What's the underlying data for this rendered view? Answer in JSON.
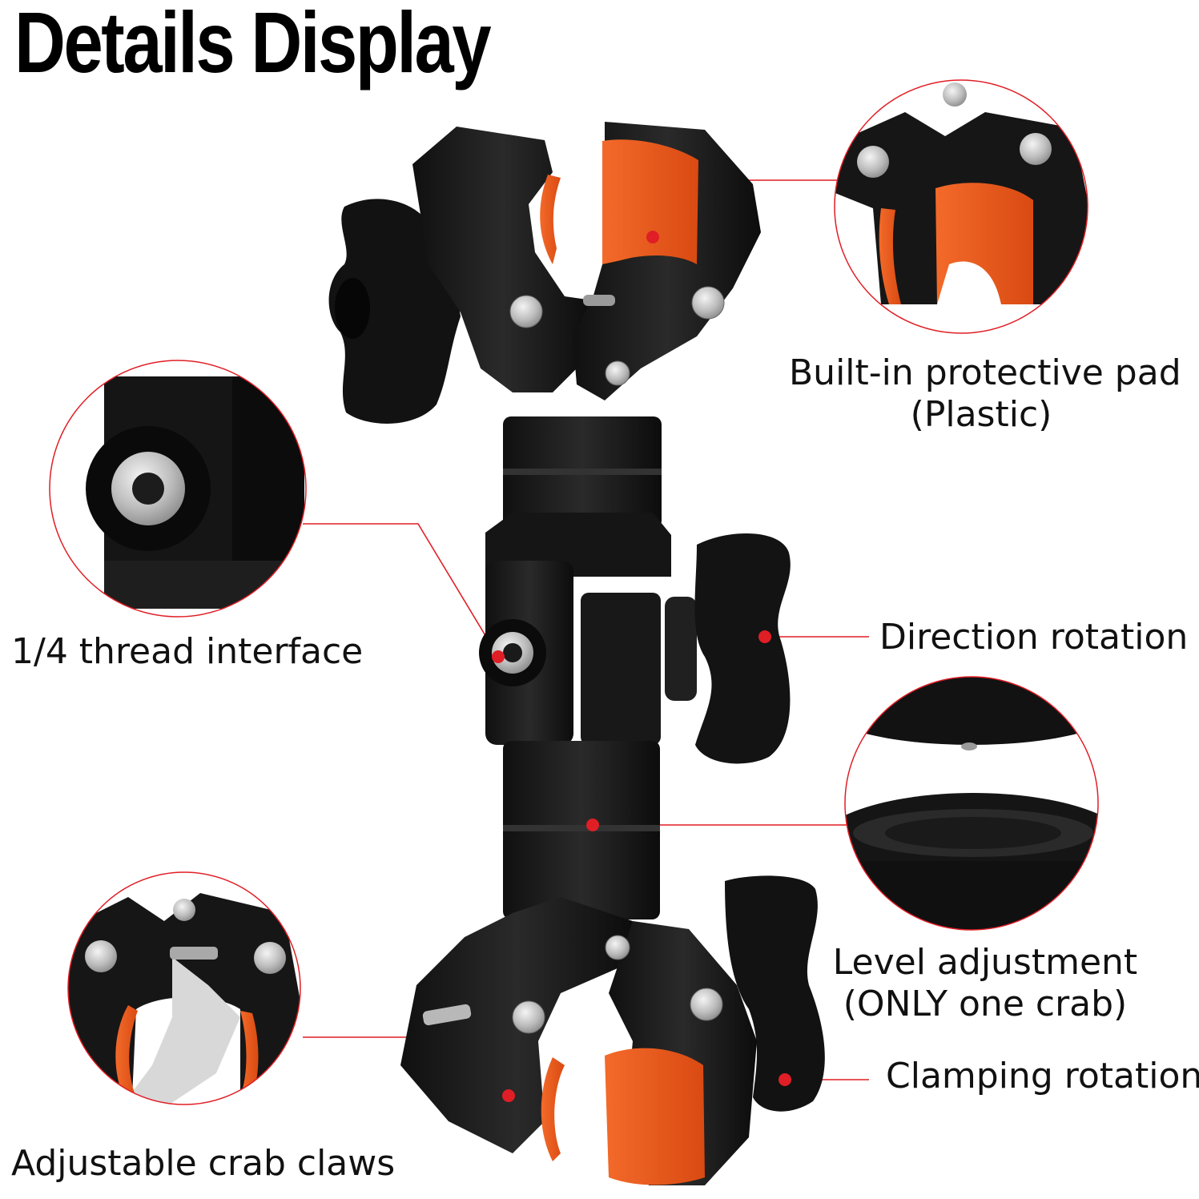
{
  "title": "Details Display",
  "labels": {
    "pad_line1": "Built-in protective pad",
    "pad_line2": "(Plastic)",
    "thread": "1/4 thread interface",
    "direction": "Direction rotation",
    "level_line1": "Level adjustment",
    "level_line2": "(ONLY one crab)",
    "clamping": "Clamping rotation",
    "claws": "Adjustable crab claws"
  },
  "colors": {
    "accent_orange": "#f05a1c",
    "body_black": "#1a1a1a",
    "callout_red": "#e01e25",
    "steel": "#c9c9c9"
  }
}
